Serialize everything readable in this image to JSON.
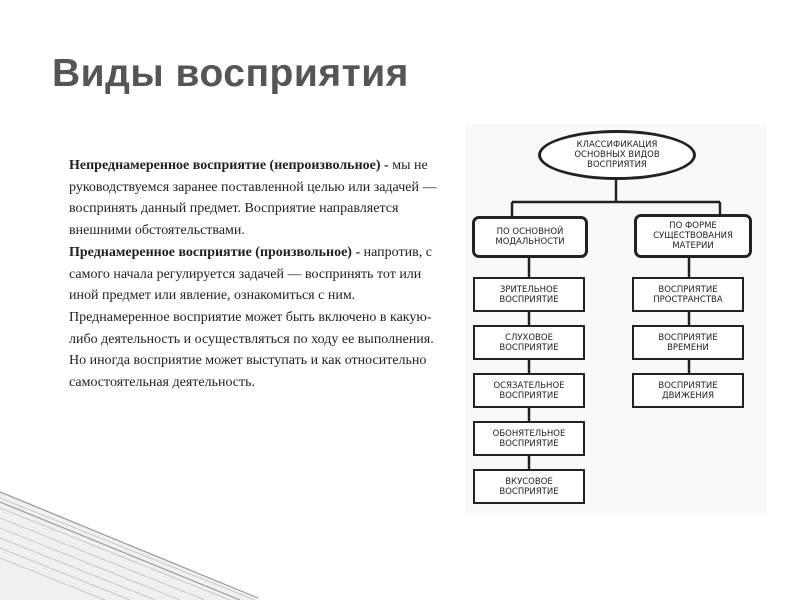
{
  "slide": {
    "title": "Виды восприятия",
    "paragraph_1": {
      "bold": "Непреднамеренное восприятие (непроизвольное) -",
      "normal": " мы не руководствуемся заранее поставленной целью или задачей — воспринять данный предмет. Восприятие направляется внешними обстоятельствами."
    },
    "paragraph_2": {
      "bold": "Преднамеренное восприятие (произвольное) -",
      "normal": " напротив, с самого начала регулируется задачей — воспринять тот или иной предмет или явление, ознакомиться с ним. Преднамеренное восприятие может быть включено в какую-либо деятельность и осуществляться по ходу ее выполнения. Но иногда восприятие может выступать и как относительно самостоятельная деятельность."
    }
  },
  "diagram": {
    "root": "КЛАССИФИКАЦИЯ\nОСНОВНЫХ ВИДОВ\nВОСПРИЯТИЯ",
    "left_category": "ПО ОСНОВНОЙ\nМОДАЛЬНОСТИ",
    "right_category": "ПО ФОРМЕ\nСУЩЕСТВОВАНИЯ\nМАТЕРИИ",
    "left_items": [
      "ЗРИТЕЛЬНОЕ\nВОСПРИЯТИЕ",
      "СЛУХОВОЕ\nВОСПРИЯТИЕ",
      "ОСЯЗАТЕЛЬНОЕ\nВОСПРИЯТИЕ",
      "ОБОНЯТЕЛЬНОЕ\nВОСПРИЯТИЕ",
      "ВКУСОВОЕ\nВОСПРИЯТИЕ"
    ],
    "right_items": [
      "ВОСПРИЯТИЕ\nПРОСТРАНСТВА",
      "ВОСПРИЯТИЕ\nВРЕМЕНИ",
      "ВОСПРИЯТИЕ\nДВИЖЕНИЯ"
    ]
  }
}
